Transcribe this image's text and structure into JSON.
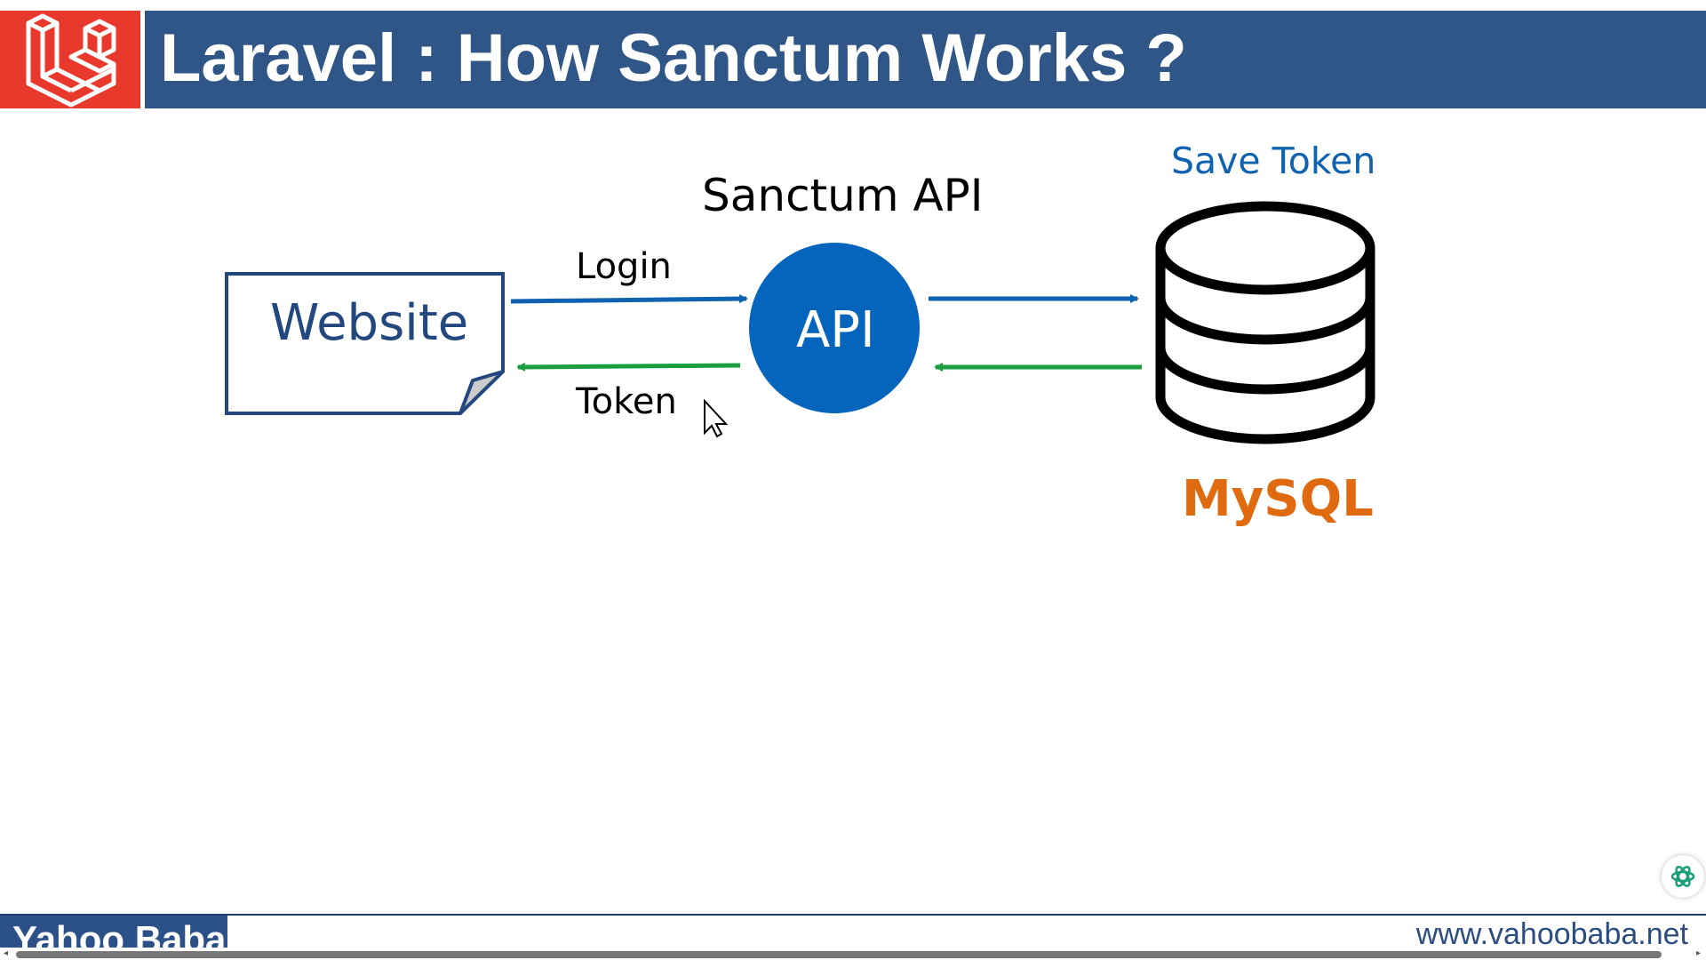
{
  "header": {
    "title": "Laravel : How Sanctum Works ?",
    "logo_icon": "laravel-logo-icon"
  },
  "diagram": {
    "sanctum_api_label": "Sanctum API",
    "website_label": "Website",
    "api_label": "API",
    "login_label": "Login",
    "token_label": "Token",
    "save_token_label": "Save Token",
    "mysql_label": "MySQL",
    "database_icon": "database-icon",
    "arrow_colors": {
      "request": "#0e62b0",
      "response": "#1a9e3f"
    }
  },
  "footer": {
    "brand": "Yahoo Baba",
    "url": "www.vahoobaba.net"
  },
  "colors": {
    "header_bar": "#305587",
    "logo_bg": "#e9392c",
    "api_circle": "#0565bd",
    "mysql": "#e06a10",
    "save_token": "#0e62b0"
  }
}
